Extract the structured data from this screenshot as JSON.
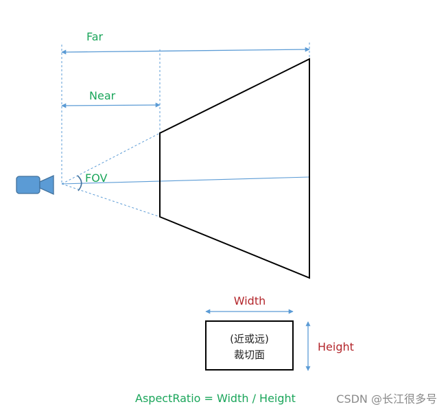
{
  "labels": {
    "far": "Far",
    "near": "Near",
    "fov": "FOV",
    "width": "Width",
    "height": "Height",
    "plane_line1": "(近或远)",
    "plane_line2": "裁切面",
    "formula": "AspectRatio = Width / Height",
    "watermark": "CSDN @长江很多号"
  },
  "colors": {
    "guide_blue": "#5b9bd5",
    "camera_fill": "#5b9bd5",
    "camera_stroke": "#41719c",
    "frustum_black": "#000000",
    "label_green": "#1aa55a",
    "label_red": "#b3262b",
    "watermark_gray": "#8a8a8a"
  },
  "icons": {
    "camera": "video-camera-icon"
  }
}
